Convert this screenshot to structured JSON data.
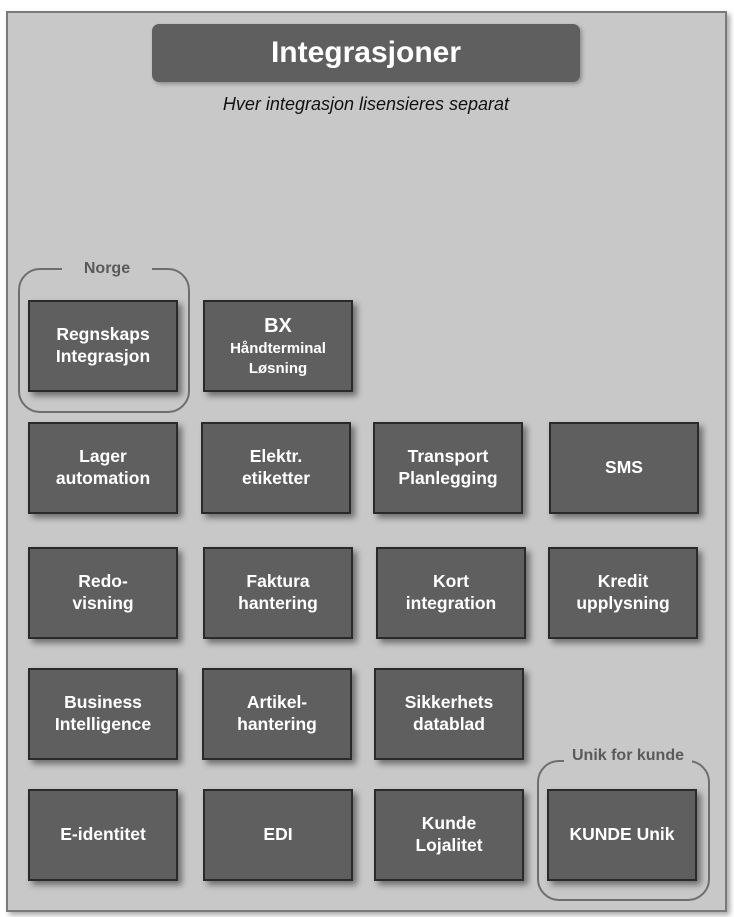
{
  "title": "Integrasjoner",
  "subtitle": "Hver integrasjon lisensieres separat",
  "groups": {
    "norge": "Norge",
    "unik": "Unik for kunde"
  },
  "boxes": {
    "regnskap": [
      "Regnskaps",
      "Integrasjon"
    ],
    "bx": [
      "BX",
      "Håndterminal",
      "Løsning"
    ],
    "lager": [
      "Lager",
      "automation"
    ],
    "elektr": [
      "Elektr.",
      "etiketter"
    ],
    "transport": [
      "Transport",
      "Planlegging"
    ],
    "sms": [
      "SMS"
    ],
    "redo": [
      "Redo-",
      "visning"
    ],
    "faktura": [
      "Faktura",
      "hantering"
    ],
    "kort": [
      "Kort",
      "integration"
    ],
    "kredit": [
      "Kredit",
      "upplysning"
    ],
    "bi": [
      "Business",
      "Intelligence"
    ],
    "artikel": [
      "Artikel-",
      "hantering"
    ],
    "sikkerhet": [
      "Sikkerhets",
      "datablad"
    ],
    "eid": [
      "E-identitet"
    ],
    "edi": [
      "EDI"
    ],
    "kunde": [
      "Kunde",
      "Lojalitet"
    ],
    "kunde_unik": [
      "KUNDE Unik"
    ]
  }
}
